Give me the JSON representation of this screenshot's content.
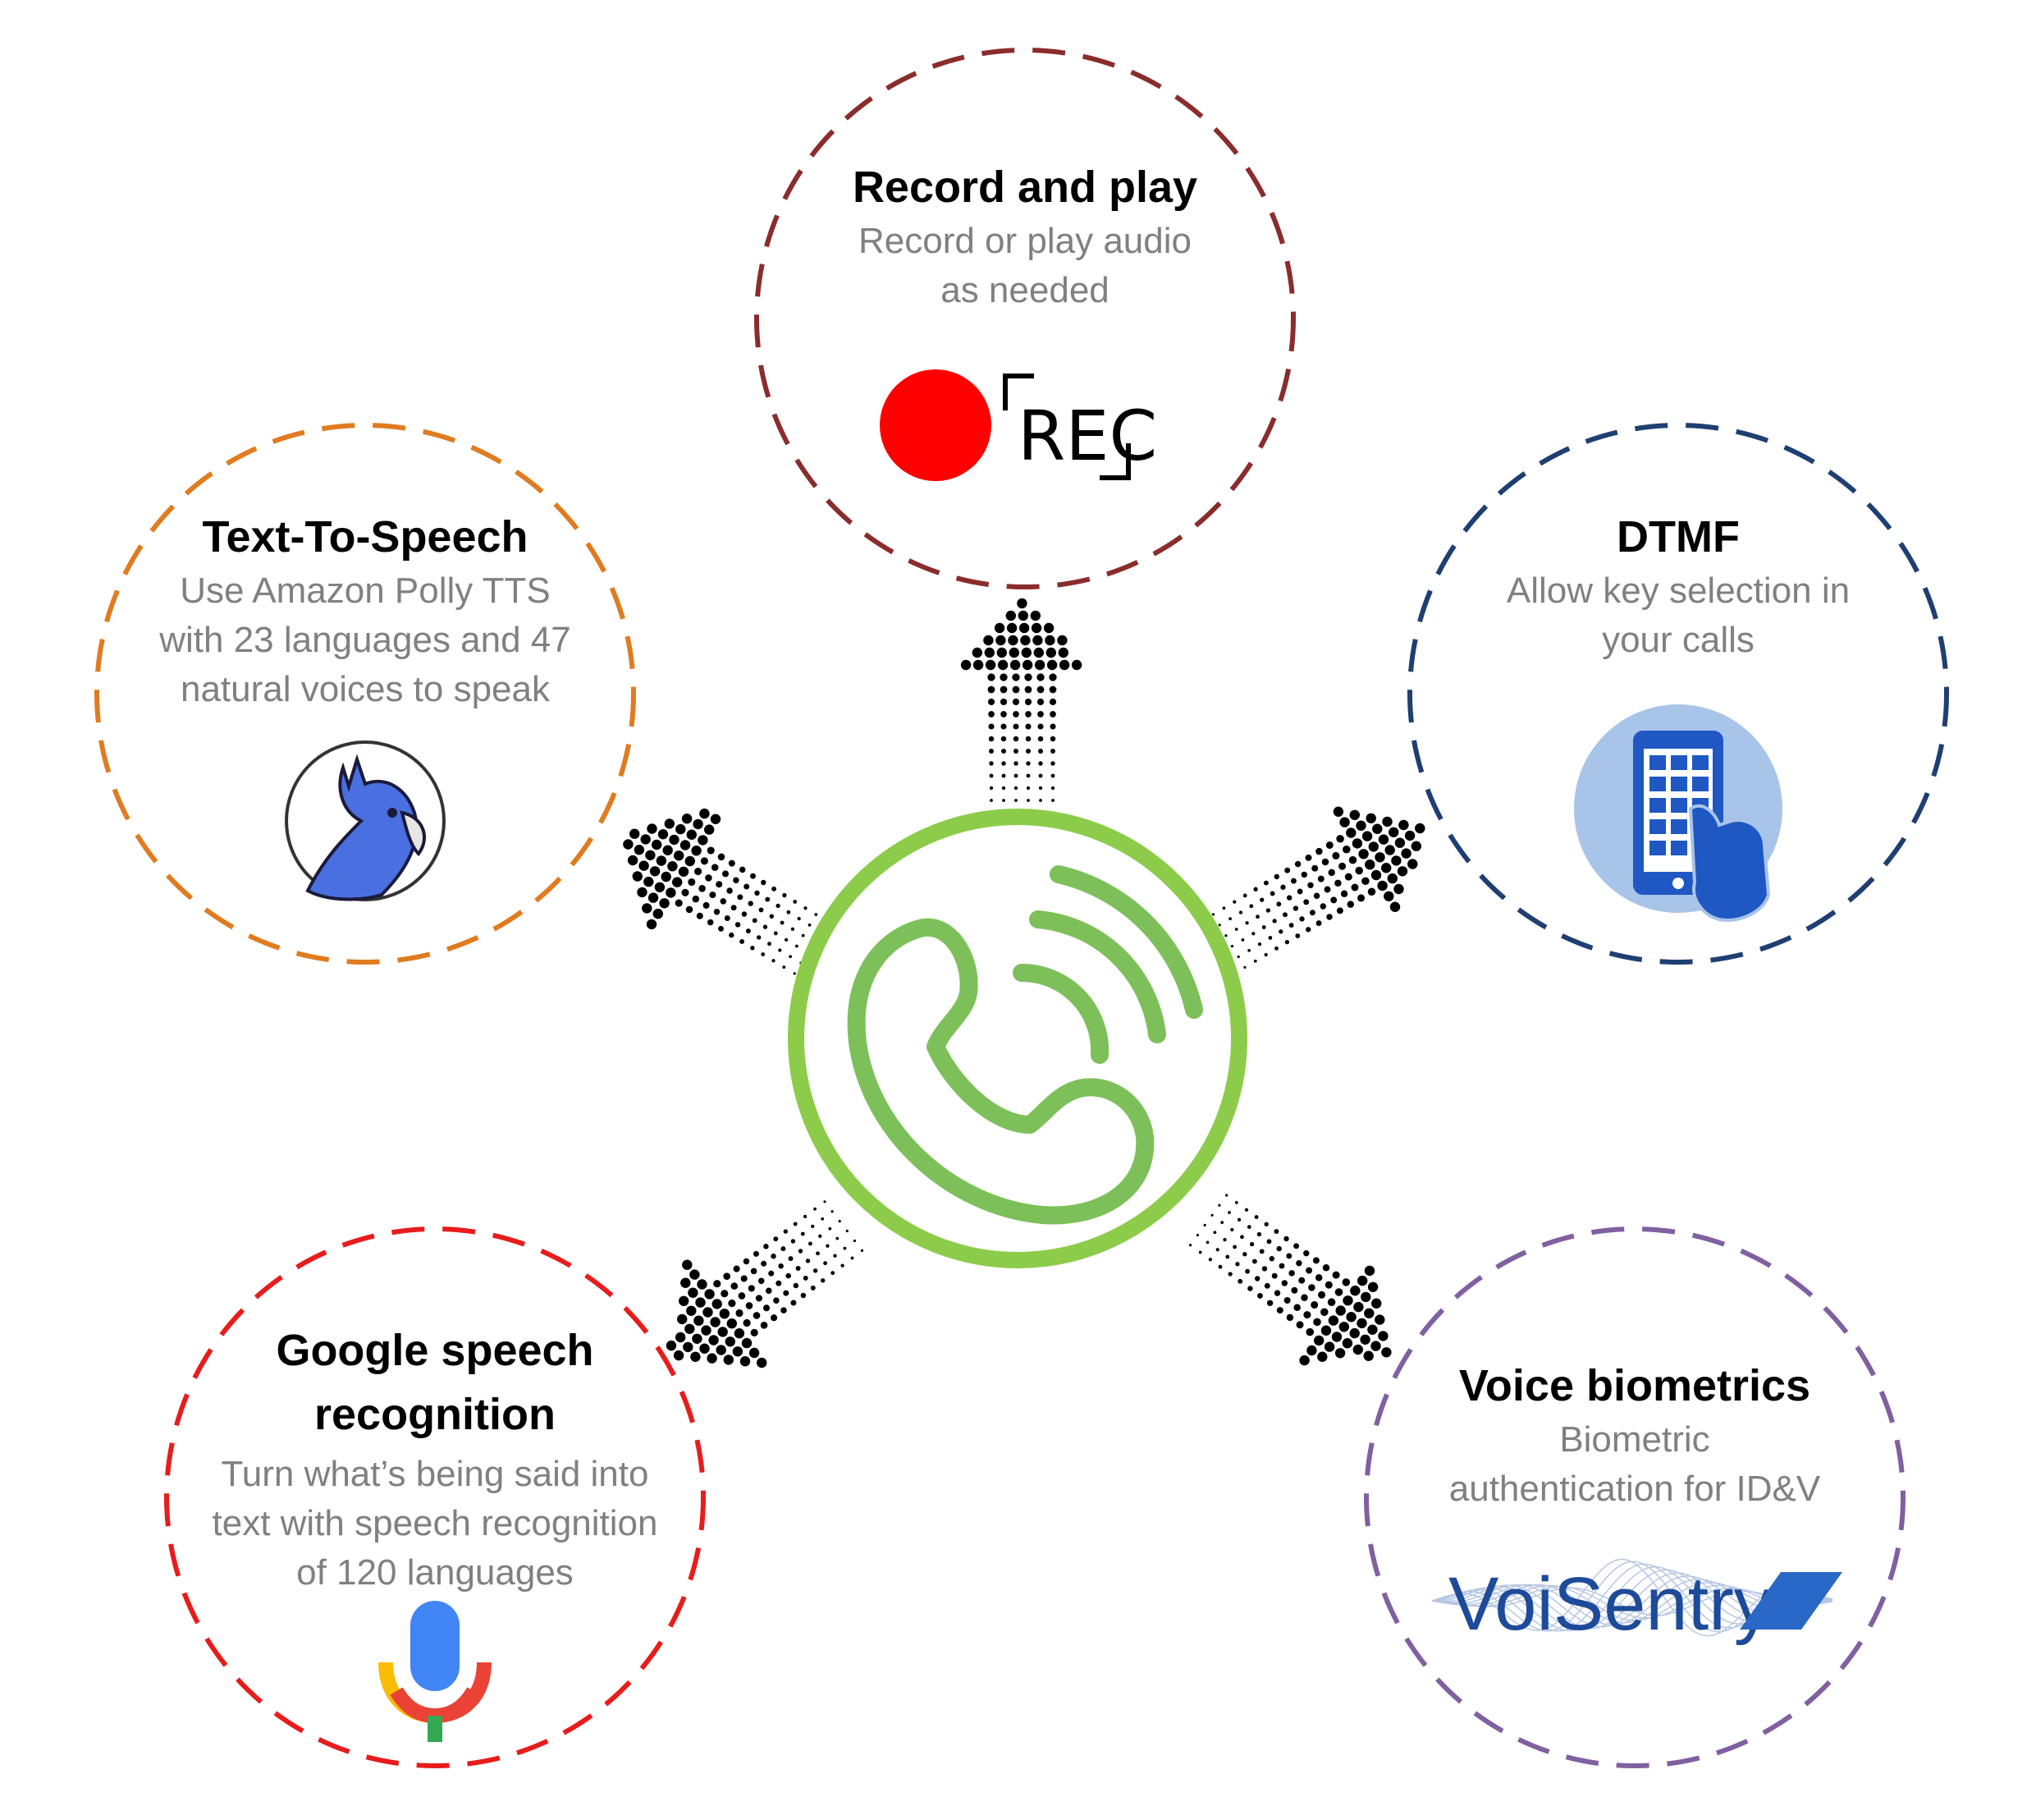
{
  "colors": {
    "background": "#ffffff",
    "hub": "#8ccc4a",
    "hub_inner": "#7dc05a",
    "record": "#8b2c2c",
    "tts": "#e07b1f",
    "dtmf": "#1f3f73",
    "speech": "#e81c1c",
    "biometrics": "#8060a0",
    "arrow_dots": "#000000"
  },
  "hub": {
    "icon": "phone-ringing-icon"
  },
  "features": [
    {
      "key": "record",
      "title": "Record and play",
      "desc": [
        "Record or play audio",
        "as needed"
      ],
      "icon": "rec-icon"
    },
    {
      "key": "tts",
      "title": "Text-To-Speech",
      "desc": [
        "Use Amazon Polly TTS",
        "with 23 languages and 47",
        "natural voices to speak"
      ],
      "icon": "parrot-icon"
    },
    {
      "key": "dtmf",
      "title": "DTMF",
      "desc": [
        "Allow key selection in",
        "your calls"
      ],
      "icon": "phone-keypad-icon"
    },
    {
      "key": "speech",
      "title": "Google speech recognition",
      "desc": [
        "Turn what’s being said into",
        "text with speech recognition",
        "of 120 languages"
      ],
      "icon": "microphone-icon"
    },
    {
      "key": "biometrics",
      "title": "Voice biometrics",
      "desc": [
        "Biometric",
        "authentication for ID&V"
      ],
      "icon": "voisentry-logo"
    }
  ],
  "rec_label": "REC",
  "voisentry_logo_text": "VoiSentry"
}
